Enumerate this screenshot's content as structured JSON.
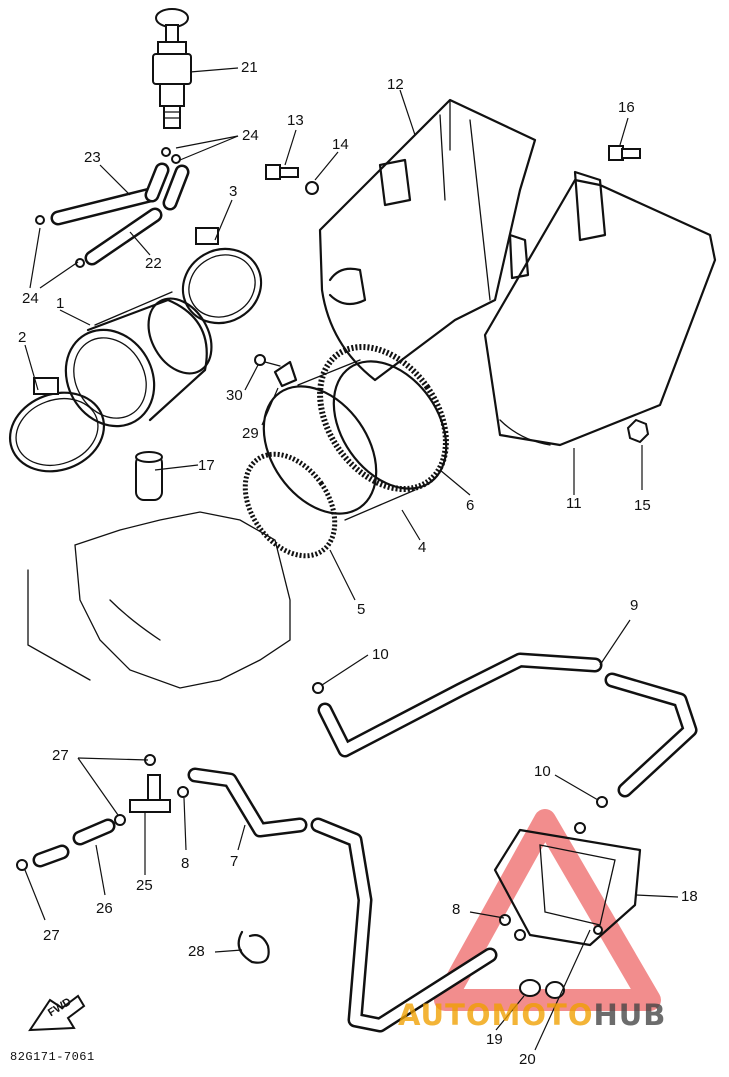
{
  "diagram": {
    "part_code": "82G171-7061",
    "fwd_label": "FWD",
    "watermark": {
      "part1": "AUTOMOTO",
      "part2": "HUB",
      "color_primary": "#f0a000",
      "color_secondary": "#444444",
      "triangle_color": "#e83030"
    },
    "callouts": [
      "1",
      "2",
      "3",
      "4",
      "5",
      "6",
      "7",
      "8",
      "8",
      "9",
      "10",
      "10",
      "11",
      "12",
      "13",
      "14",
      "15",
      "16",
      "17",
      "18",
      "19",
      "20",
      "21",
      "22",
      "23",
      "24",
      "24",
      "25",
      "26",
      "27",
      "27",
      "28",
      "29",
      "30"
    ]
  }
}
